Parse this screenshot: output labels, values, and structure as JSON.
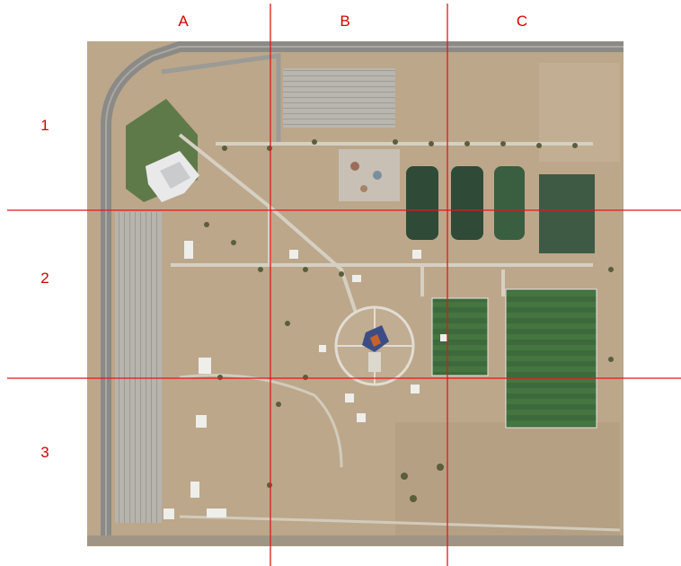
{
  "grid": {
    "columns": [
      "A",
      "B",
      "C"
    ],
    "rows": [
      "1",
      "2",
      "3"
    ],
    "line_color": "#e01818"
  },
  "colors": {
    "ground": "#bda88c",
    "ground_dark": "#a8937a",
    "road": "#8c8c88",
    "parking": "#b9b7b2",
    "field_green": "#3f6b3a",
    "field_dark": "#2e4a34",
    "grass": "#5f7a4a",
    "path": "#d8d2c4"
  }
}
